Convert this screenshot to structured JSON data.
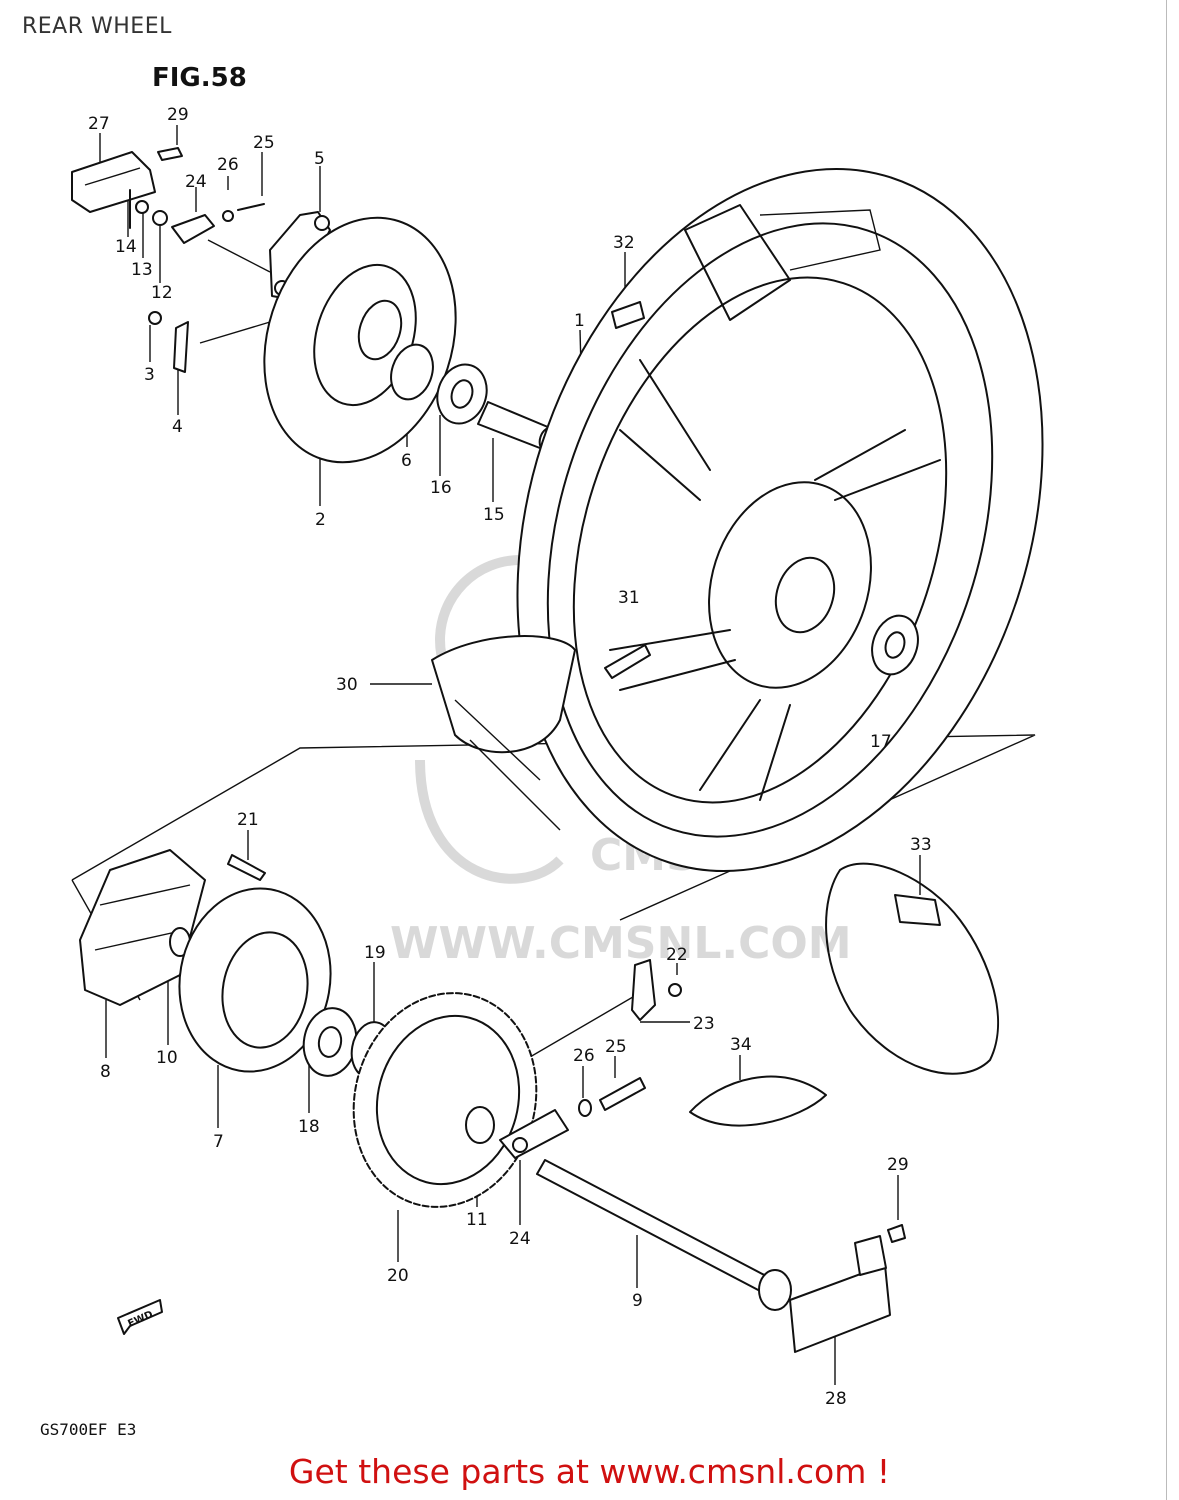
{
  "page": {
    "title": "REAR WHEEL",
    "figure": "FIG.58",
    "model": "GS700EF  E3",
    "cta": "Get these parts at www.cmsnl.com !"
  },
  "watermark": {
    "text": "WWW.CMSNL.COM",
    "logo": "CMS"
  },
  "icons": {
    "fwd_arrow": "FWD"
  },
  "callouts": [
    "27",
    "29",
    "26",
    "25",
    "5",
    "24",
    "14",
    "13",
    "12",
    "3",
    "4",
    "6",
    "16",
    "15",
    "2",
    "32",
    "1",
    "31",
    "30",
    "17",
    "21",
    "33",
    "22",
    "23",
    "19",
    "8",
    "10",
    "7",
    "18",
    "26",
    "25",
    "34",
    "11",
    "24",
    "20",
    "29",
    "9",
    "28"
  ]
}
